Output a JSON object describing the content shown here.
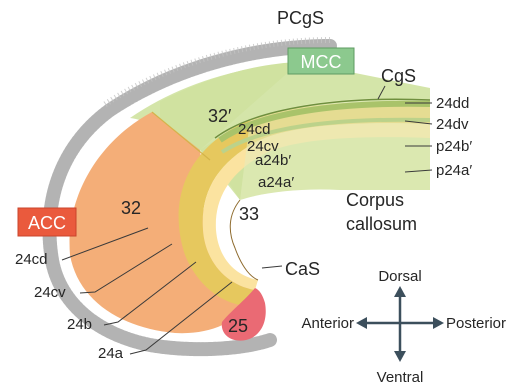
{
  "regions": {
    "mcc_box": "MCC",
    "acc_box": "ACC",
    "colors": {
      "mcc": "#8cc98e",
      "acc": "#ea5a3d",
      "mcc_area": "#cfe2a0",
      "acc_area": "#f4ae78",
      "band": "#e6c85e",
      "inner": "#fbe3a0",
      "area25": "#ea6a74"
    }
  },
  "sulci": {
    "pcgs": "PCgS",
    "cgs": "CgS",
    "cas": "CaS"
  },
  "structures": {
    "corpus_line1": "Corpus",
    "corpus_line2": "callosum"
  },
  "areas": {
    "a32p": "32′",
    "a24cd_mcc": "24cd",
    "a24cv_mcc": "24cv",
    "a24bp": "a24b′",
    "a24ap": "a24a′",
    "a32": "32",
    "a33": "33",
    "a25": "25"
  },
  "right_labels": {
    "dd": "24dd",
    "dv": "24dv",
    "pb": "p24b′",
    "pa": "p24a′"
  },
  "left_labels": {
    "cd": "24cd",
    "cv": "24cv",
    "b": "24b",
    "a": "24a"
  },
  "compass": {
    "dorsal": "Dorsal",
    "ventral": "Ventral",
    "anterior": "Anterior",
    "posterior": "Posterior"
  }
}
